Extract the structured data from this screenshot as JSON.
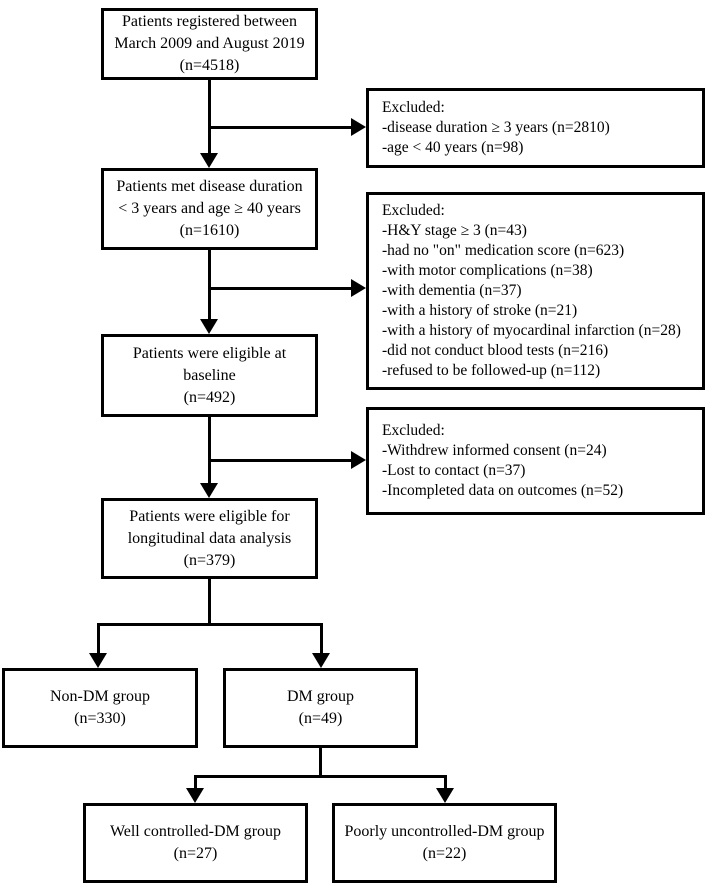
{
  "figure": {
    "type": "patient-flow-diagram",
    "colors": {
      "line": "#000000",
      "background": "#ffffff",
      "text": "#000000"
    },
    "steps": {
      "registered": {
        "text": [
          "Patients registered between",
          "March 2009 and August 2019",
          "(n=4518)"
        ]
      },
      "met_criteria": {
        "text": [
          "Patients met disease duration",
          "< 3 years and age ≥ 40 years",
          "(n=1610)"
        ]
      },
      "eligible_baseline": {
        "text": [
          "Patients were eligible at",
          "baseline",
          "(n=492)"
        ]
      },
      "eligible_longitudinal": {
        "text": [
          "Patients were eligible for",
          "longitudinal data analysis",
          "(n=379)"
        ]
      },
      "non_dm_group": {
        "text": [
          "Non-DM group",
          "(n=330)"
        ]
      },
      "dm_group": {
        "text": [
          "DM group",
          "(n=49)"
        ]
      },
      "well_controlled": {
        "text": [
          "Well controlled-DM group",
          "(n=27)"
        ]
      },
      "poorly_uncontrolled": {
        "text": [
          "Poorly uncontrolled-DM group",
          "(n=22)"
        ]
      }
    },
    "exclusions": [
      {
        "header": "Excluded:",
        "items": [
          "-disease duration ≥ 3 years (n=2810)",
          "-age < 40 years (n=98)"
        ]
      },
      {
        "header": "Excluded:",
        "items": [
          "-H&Y stage ≥ 3 (n=43)",
          "-had no \"on\" medication score (n=623)",
          "-with motor complications (n=38)",
          "-with dementia (n=37)",
          "-with a history of stroke (n=21)",
          "-with a history of myocardinal infarction (n=28)",
          "-did not conduct blood tests (n=216)",
          "-refused to be followed-up (n=112)"
        ]
      },
      {
        "header": "Excluded:",
        "items": [
          "-Withdrew informed consent (n=24)",
          "-Lost to contact (n=37)",
          "-Incompleted data on outcomes (n=52)"
        ]
      }
    ]
  }
}
